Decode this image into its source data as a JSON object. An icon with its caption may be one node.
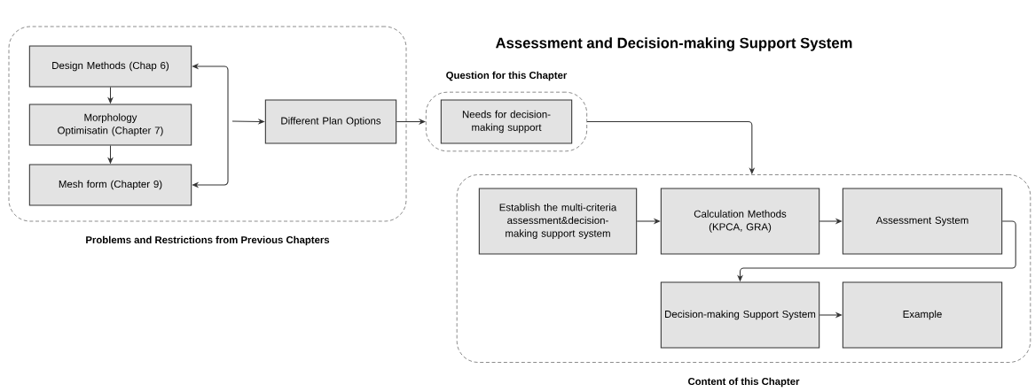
{
  "diagram": {
    "title": "Assessment and Decision-making Support System",
    "nodes": [
      {
        "text": [
          "Problems and Restrictions from Previous Chapters"
        ]
      },
      {
        "text": [
          "Design Methods (Chap 6)"
        ],
        "in": 0
      },
      {
        "text": [
          "Morphology Optimisatin (Chapter 7)"
        ],
        "in": 0
      },
      {
        "text": [
          "Mesh form (Chapter 9)"
        ],
        "in": 0
      },
      {
        "text": [
          "Different Plan Options"
        ],
        "in": 0
      },
      {
        "text": [
          "Question for this Chapter"
        ]
      },
      {
        "text": [
          "Needs for decision-making support"
        ],
        "in": 5
      },
      {
        "text": [
          "Content of this Chapter"
        ]
      },
      {
        "text": [
          "Establish the multi-criteria assessment&decision-making support system"
        ],
        "in": 7
      },
      {
        "text": [
          "Calculation Methods (KPCA, GRA)"
        ],
        "in": 7
      },
      {
        "text": [
          "Assessment System"
        ],
        "in": 7
      },
      {
        "text": [
          "Decision-making Support System"
        ],
        "in": 7
      },
      {
        "text": [
          "Example"
        ],
        "in": 7
      }
    ],
    "edges": [
      {
        "from": null,
        "to": 1,
        "arrow": "to"
      },
      {
        "from": null,
        "to": 3,
        "arrow": "to"
      },
      {
        "from": null,
        "to": 4,
        "arrow": "to"
      },
      {
        "from": 1,
        "to": 2,
        "arrow": "to"
      },
      {
        "from": 2,
        "to": 3,
        "arrow": "to"
      },
      {
        "from": 4,
        "to": 5,
        "arrow": "to"
      },
      {
        "from": 5,
        "to": 7,
        "arrow": "to"
      },
      {
        "from": 8,
        "to": 9,
        "arrow": "to"
      },
      {
        "from": 9,
        "to": 10,
        "arrow": "to"
      },
      {
        "from": 10,
        "to": 11,
        "arrow": "to"
      },
      {
        "from": 11,
        "to": 12,
        "arrow": "to"
      }
    ]
  }
}
